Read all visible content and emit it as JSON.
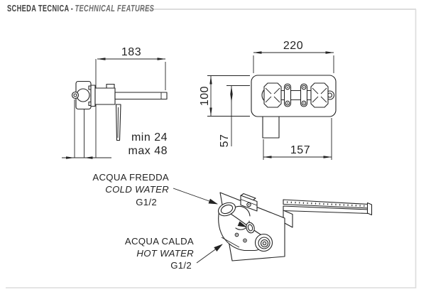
{
  "header": {
    "title_it": "SCHEDA TECNICA",
    "separator": "-",
    "title_en": "TECHNICAL FEATURES"
  },
  "drawings": {
    "side_view": {
      "dim_projection": "183",
      "depth_min": "min 24",
      "depth_max": "max 48"
    },
    "front_view": {
      "dim_width": "220",
      "dim_height": "100",
      "dim_spout_offset": "57",
      "dim_centers": "157"
    }
  },
  "connections": {
    "cold": {
      "label_it": "ACQUA FREDDA",
      "label_en": "COLD WATER",
      "thread": "G1/2"
    },
    "hot": {
      "label_it": "ACQUA CALDA",
      "label_en": "HOT WATER",
      "thread": "G1/2"
    }
  },
  "colors": {
    "line": "#232323",
    "frame": "#dcdcdc",
    "title": "#414141",
    "title_en": "#6d6d6d"
  }
}
